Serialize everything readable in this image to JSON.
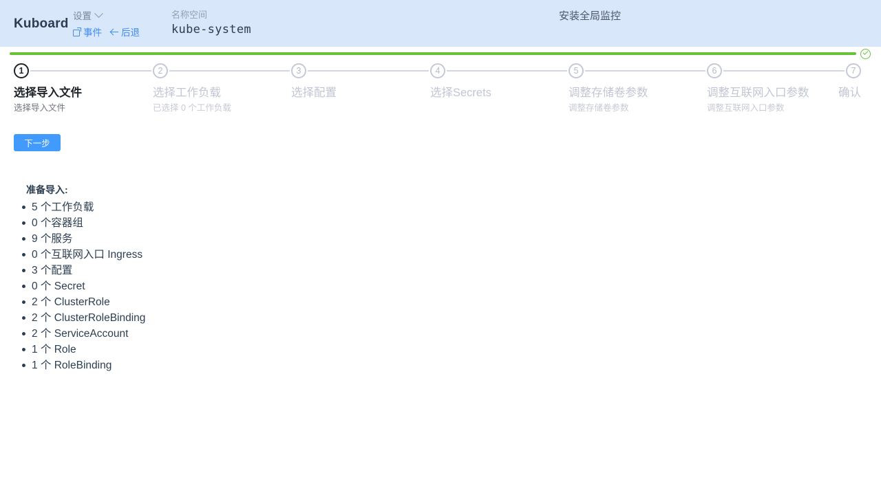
{
  "header": {
    "brand": "Kuboard",
    "settings_label": "设置",
    "chevron_icon": "chevron-down-icon",
    "events_link": "事件",
    "events_icon": "external-link-icon",
    "back_link": "后退",
    "back_icon": "arrow-left-icon",
    "namespace_label": "名称空间",
    "namespace_value": "kube-system",
    "page_title": "安装全局监控",
    "background_color": "#d9e7fb",
    "link_color": "#3f8cf5"
  },
  "progress": {
    "color": "#67c23a",
    "complete_icon": "check-circle-icon",
    "percent": 100
  },
  "stepper": {
    "active_index": 1,
    "steps": [
      {
        "number": "1",
        "title": "选择导入文件",
        "desc": "选择导入文件"
      },
      {
        "number": "2",
        "title": "选择工作负载",
        "desc": "已选择 0 个工作负载"
      },
      {
        "number": "3",
        "title": "选择配置",
        "desc": ""
      },
      {
        "number": "4",
        "title": "选择Secrets",
        "desc": ""
      },
      {
        "number": "5",
        "title": "调整存储卷参数",
        "desc": "调整存储卷参数"
      },
      {
        "number": "6",
        "title": "调整互联网入口参数",
        "desc": "调整互联网入口参数"
      },
      {
        "number": "7",
        "title": "确认",
        "desc": ""
      }
    ]
  },
  "actions": {
    "next_label": "下一步",
    "next_color": "#429afc"
  },
  "summary": {
    "title": "准备导入:",
    "items": [
      "5 个工作负载",
      "0 个容器组",
      "9 个服务",
      "0 个互联网入口 Ingress",
      "3 个配置",
      "0 个 Secret",
      "2 个 ClusterRole",
      "2 个 ClusterRoleBinding",
      "2 个 ServiceAccount",
      "1 个 Role",
      "1 个 RoleBinding"
    ]
  }
}
